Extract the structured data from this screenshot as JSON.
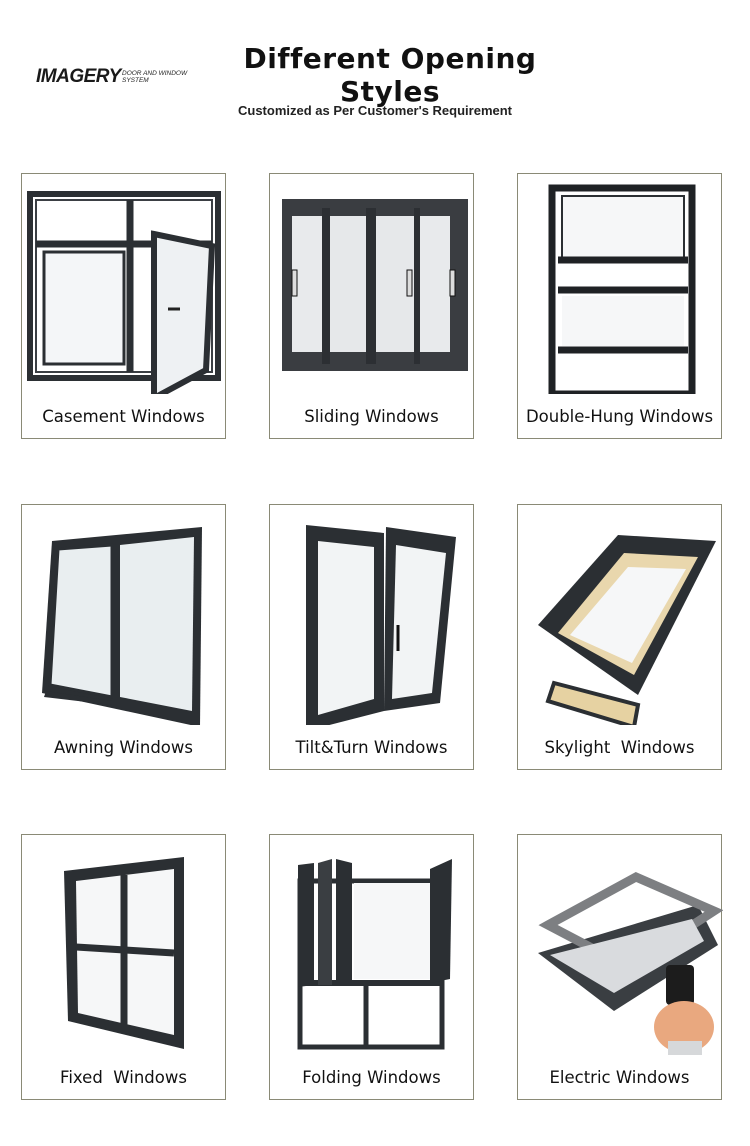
{
  "header": {
    "logo_text": "IMAGERY",
    "logo_tagline": "DOOR AND WINDOW SYSTEM",
    "title": "Different Opening Styles",
    "subtitle": "Customized as Per Customer's Requirement"
  },
  "products": [
    {
      "label": "Casement Windows"
    },
    {
      "label": "Sliding Windows"
    },
    {
      "label": "Double-Hung Windows"
    },
    {
      "label": "Awning Windows"
    },
    {
      "label": "Tilt&Turn Windows"
    },
    {
      "label": "Skylight  Windows"
    },
    {
      "label": "Fixed  Windows"
    },
    {
      "label": "Folding Windows"
    },
    {
      "label": "Electric Windows"
    }
  ]
}
